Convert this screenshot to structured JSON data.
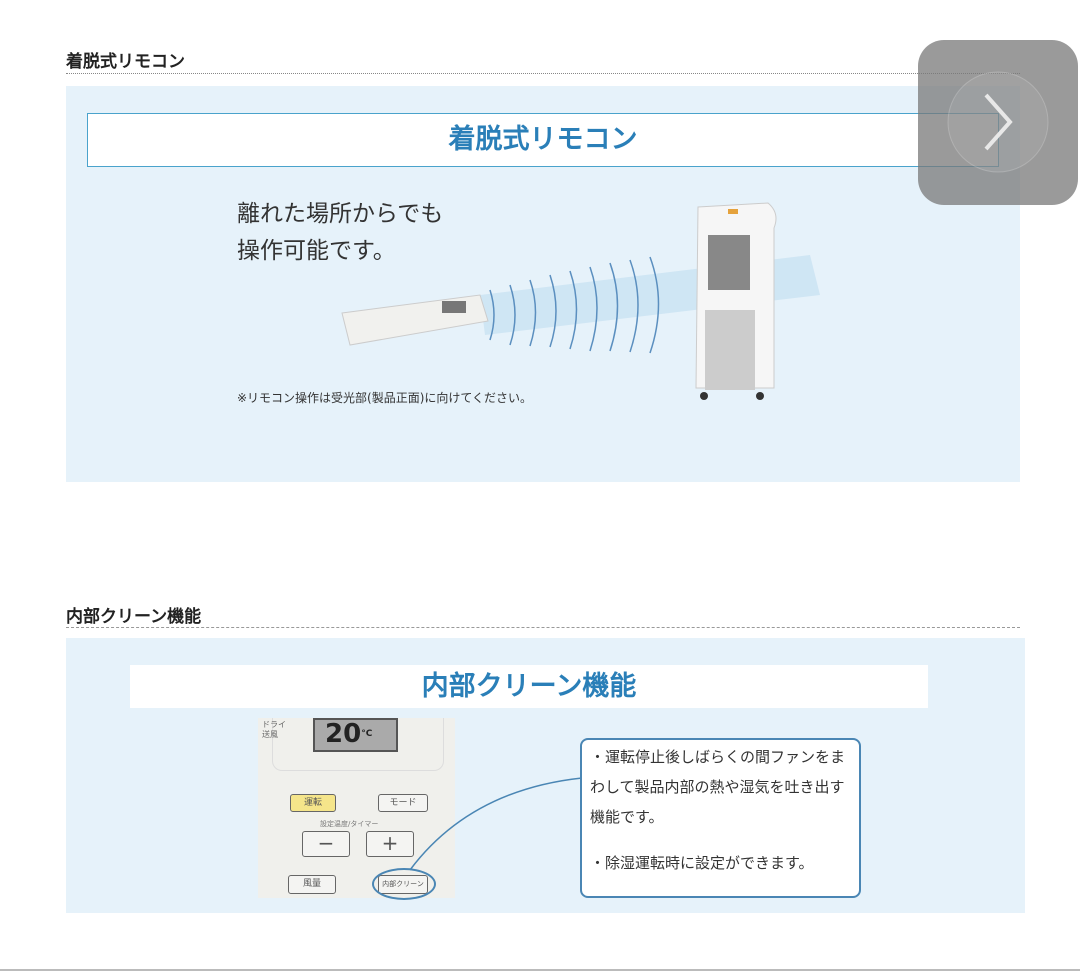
{
  "section1": {
    "header": "着脱式リモコン",
    "title": "着脱式リモコン",
    "line1": "離れた場所からでも",
    "line2": "操作可能です。",
    "note": "※リモコン操作は受光部(製品正面)に向けてください。"
  },
  "section2": {
    "header": "内部クリーン機能",
    "title": "内部クリーン機能",
    "remote": {
      "display_temp": "20",
      "unit": "°C",
      "mode_dry": "ドライ",
      "mode_fan": "送風",
      "btn_run": "運転",
      "btn_mode": "モード",
      "temp_timer_label": "設定温度/タイマー",
      "btn_minus": "−",
      "btn_plus": "+",
      "btn_fan_speed": "風量",
      "btn_internal_clean": "内部クリーン"
    },
    "callout_point1": "・運転停止後しばらくの間ファンをまわして製品内部の熱や湿気を吐き出す機能です。",
    "callout_point2": "・除湿運転時に設定ができます。"
  },
  "overlay": {
    "icon": "chevron-right-icon"
  }
}
